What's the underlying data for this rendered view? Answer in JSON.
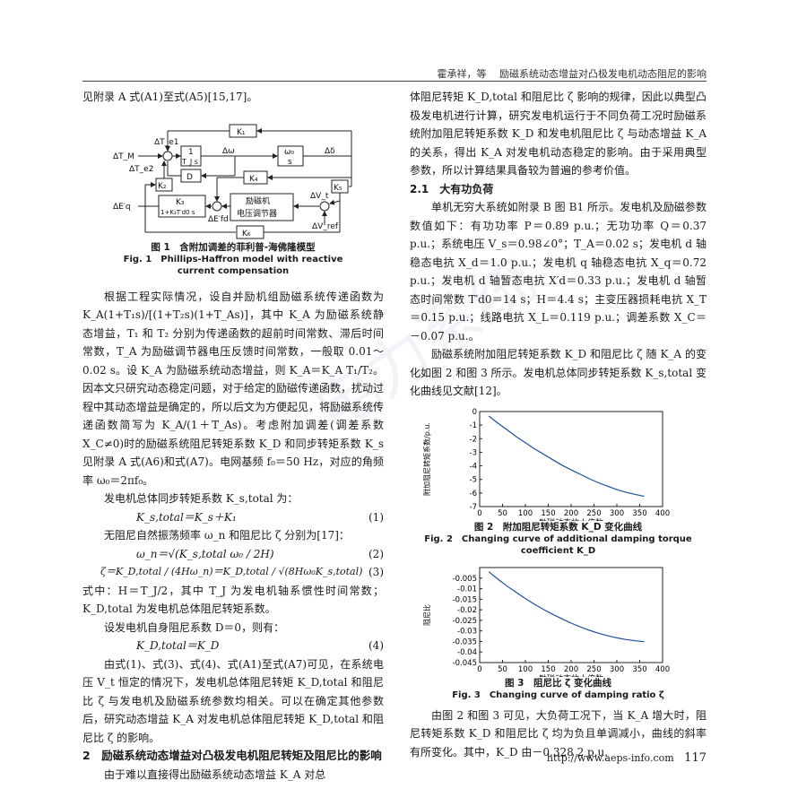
{
  "header": {
    "authors": "霍承祥，等",
    "title": "励磁系统动态增益对凸极发电机动态阻尼的影响"
  },
  "left": {
    "p0": "见附录 A 式(A1)至式(A5)[15,17]。",
    "fig1": {
      "labels": {
        "k1": "K₁",
        "k4": "K₄",
        "k2": "K₂",
        "k5": "K₅",
        "k6": "K₆",
        "d": "D",
        "tjs_num": "1",
        "tjs_den": "T_J s",
        "w_num": "ω₀",
        "w_den": "s",
        "k3_num": "K₃",
        "k3_den": "1+K₃T′d0 s",
        "exc1": "励磁机",
        "exc2": "电压调节器",
        "dtm": "ΔT_M",
        "dte1": "ΔT_e1",
        "dte2": "ΔT_e2",
        "dw": "Δω",
        "dd": "Δδ",
        "deq": "ΔE′q",
        "defd": "ΔE′fd",
        "dvt": "ΔV_t",
        "dvref": "ΔV_ref"
      },
      "cap_cn": "图 1　含附加调差的菲利普-海佛隆模型",
      "cap_en": "Fig. 1　Phillips-Haffron model with reactive current compensation"
    },
    "p1": "根据工程实际情况，设自并励机组励磁系统传递函数为 K_A(1+T₁s)/[(1+T₂s)(1+T_As)]，其中 K_A 为励磁系统静态增益，T₁ 和 T₂ 分别为传递函数的超前时间常数、滞后时间常数，T_A 为励磁调节器电压反馈时间常数，一般取 0.01～0.02 s。设 K_A 为励磁系统动态增益，则 K_A＝K_A T₁/T₂。因本文只研究动态稳定问题，对于给定的励磁传递函数，扰动过程中其动态增益是确定的，所以后文为方便起见，将励磁系统传递函数简写为 K_A/(1＋T_As)。考虑附加调差(调差系数 X_C≠0)时的励磁系统阻尼转矩系数 K_D 和同步转矩系数 K_s 见附录 A 式(A6)和式(A7)。电网基频 f₀＝50 Hz，对应的角频率 ω₀＝2πf₀。",
    "p2": "发电机总体同步转矩系数 K_s,total 为：",
    "eq1": "K_s,total＝K_s＋K₁",
    "eq1n": "(1)",
    "p3": "无阻尼自然振荡频率 ω_n 和阻尼比 ζ 分别为[17]：",
    "eq2": "ω_n＝√(K_s,total ω₀ / 2H)",
    "eq2n": "(2)",
    "eq3": "ζ＝K_D,total / (4Hω_n)＝K_D,total / √(8Hω₀K_s,total)",
    "eq3n": "(3)",
    "p4": "式中：H＝T_J/2，其中 T_J 为发电机轴系惯性时间常数；K_D,total 为发电机总体阻尼转矩系数。",
    "p5": "设发电机自身阻尼系数 D＝0，则有：",
    "eq4": "K_D,total＝K_D",
    "eq4n": "(4)",
    "p6": "由式(1)、式(3)、式(4)、式(A1)至式(A7)可见，在系统电压 V_t 恒定的情况下，发电机总体阻尼转矩 K_D,total 和阻尼比 ζ 与发电机及励磁系统参数均相关。可以在确定其他参数后，研究动态增益 K_A 对发电机总体阻尼转矩 K_D,total 和阻尼比 ζ 的影响。",
    "h2": "2　励磁系统动态增益对凸极发电机阻尼转矩及阻尼比的影响",
    "p7": "由于难以直接得出励磁系统动态增益 K_A 对总"
  },
  "right": {
    "p0": "体阻尼转矩 K_D,total 和阻尼比 ζ 影响的规律，因此以典型凸极发电机进行计算，研究发电机运行于不同负荷工况时励磁系统附加阻尼转矩系数 K_D 和发电机阻尼比 ζ 与动态增益 K_A 的关系，得出 K_A 对发电机动态稳定的影响。由于采用典型参数，所以计算结果具备较为普遍的参考价值。",
    "h21": "2.1　大有功负荷",
    "p1": "单机无穷大系统如附录 B 图 B1 所示。发电机及励磁参数数值如下：有功功率 P＝0.89 p.u.；无功功率 Q＝0.37 p.u.；系统电压 V_s＝0.98∠0°；T_A＝0.02 s；发电机 d 轴稳态电抗 X_d＝1.0 p.u.；发电机 q 轴稳态电抗 X_q＝0.72 p.u.；发电机 d 轴暂态电抗 X′d＝0.33 p.u.；发电机 d 轴暂态时间常数 T′d0＝14 s；H＝4.4 s；主变压器损耗电抗 X_T＝0.15 p.u.；线路电抗 X_L＝0.119 p.u.；调差系数 X_C＝－0.07 p.u.。",
    "p2": "励磁系统附加阻尼转矩系数 K_D 和阻尼比 ζ 随 K_A 的变化如图 2 和图 3 所示。发电机总体同步转矩系数 K_s,total 变化曲线见文献[12]。",
    "fig2": {
      "cap_cn": "图 2　附加阻尼转矩系数 K_D 变化曲线",
      "cap_en": "Fig. 2　Changing curve of additional damping torque coefficient K_D"
    },
    "fig3": {
      "cap_cn": "图 3　阻尼比 ζ 变化曲线",
      "cap_en": "Fig. 3　Changing curve of damping ratio ζ"
    },
    "p3": "由图 2 和图 3 可见，大负荷工况下，当 K_A 增大时，阻尼转矩系数 K_D 和阻尼比 ζ 均为负且单调减小，曲线的斜率有所变化。其中，K_D 由－0.328 2 p.u."
  },
  "footer": {
    "url": "http://www.aeps-info.com",
    "page": "117"
  },
  "watermark": "电力系统",
  "chart_data": [
    {
      "type": "line",
      "title": "",
      "xlabel": "励磁动态放大倍数",
      "ylabel": "附加阻尼转矩系数/p.u.",
      "xlim": [
        0,
        400
      ],
      "ylim": [
        -7,
        0
      ],
      "xticks": [
        0,
        50,
        100,
        150,
        200,
        250,
        300,
        350,
        400
      ],
      "yticks": [
        0,
        -1,
        -2,
        -3,
        -4,
        -5,
        -6,
        -7
      ],
      "x": [
        20,
        40,
        60,
        80,
        100,
        120,
        140,
        160,
        180,
        200,
        220,
        240,
        260,
        280,
        300,
        320,
        340,
        360
      ],
      "y": [
        -0.33,
        -0.86,
        -1.35,
        -1.85,
        -2.3,
        -2.75,
        -3.15,
        -3.55,
        -3.95,
        -4.3,
        -4.62,
        -4.95,
        -5.25,
        -5.5,
        -5.75,
        -5.95,
        -6.1,
        -6.25
      ]
    },
    {
      "type": "line",
      "title": "",
      "xlabel": "励磁动态放大倍数",
      "ylabel": "阻尼比",
      "xlim": [
        0,
        400
      ],
      "ylim": [
        -0.045,
        0
      ],
      "xticks": [
        0,
        50,
        100,
        150,
        200,
        250,
        300,
        350,
        400
      ],
      "yticks": [
        -0.005,
        -0.01,
        -0.015,
        -0.02,
        -0.025,
        -0.03,
        -0.035,
        -0.04,
        -0.045
      ],
      "x": [
        20,
        40,
        60,
        80,
        100,
        120,
        140,
        160,
        180,
        200,
        220,
        240,
        260,
        280,
        300,
        320,
        340,
        360
      ],
      "y": [
        -0.002,
        -0.0055,
        -0.0088,
        -0.0118,
        -0.0147,
        -0.0174,
        -0.0199,
        -0.0222,
        -0.0243,
        -0.0263,
        -0.0281,
        -0.0297,
        -0.0311,
        -0.0323,
        -0.0333,
        -0.0341,
        -0.0347,
        -0.0351
      ]
    }
  ]
}
